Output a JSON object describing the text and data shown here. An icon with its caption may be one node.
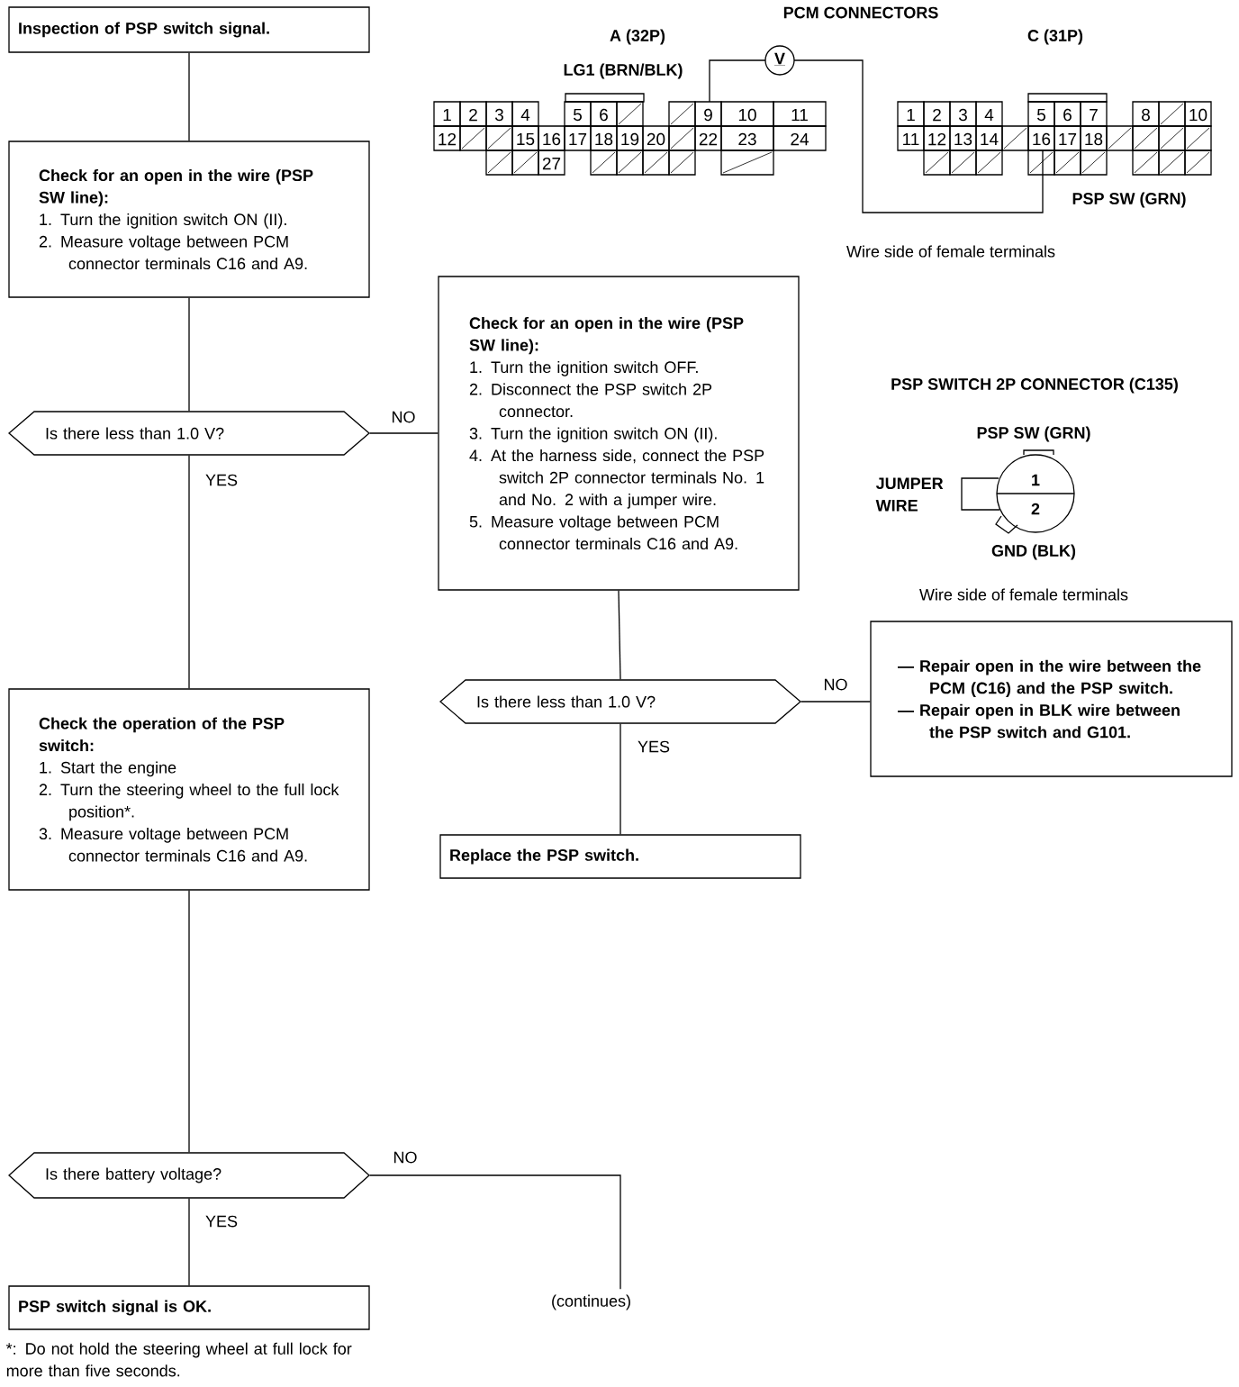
{
  "diagram": {
    "nodes": [
      {
        "text": [
          "Inspection of PSP switch signal."
        ]
      },
      {
        "text": [
          "Check for an open in the wire (PSP SW line):",
          "1. Turn the ignition switch ON (II).",
          "2. Measure voltage between PCM connector terminals C16 and A9."
        ]
      },
      {
        "text": [
          "Is there less than 1.0 V?"
        ]
      },
      {
        "text": [
          "Check for an open in the wire (PSP SW line):",
          "1. Turn the ignition switch OFF.",
          "2. Disconnect the PSP switch 2P connector.",
          "3. Turn the ignition switch ON (II).",
          "4. At the harness side, connect the PSP switch 2P connector terminals No. 1 and No. 2 with a jumper wire.",
          "5. Measure voltage between PCM connector terminals C16 and A9."
        ]
      },
      {
        "text": [
          "Check the operation of the PSP switch:",
          "1. Start the engine",
          "2. Turn the steering wheel to the full lock position*.",
          "3. Measure voltage between PCM connector terminals C16 and A9."
        ]
      },
      {
        "text": [
          "Is there less than 1.0 V?"
        ]
      },
      {
        "text": [
          "— Repair open in the wire between the PCM (C16) and the PSP switch.",
          "— Repair open in BLK wire between the PSP switch and G101."
        ]
      },
      {
        "text": [
          "Replace the PSP switch."
        ]
      },
      {
        "text": [
          "Is there battery voltage?"
        ]
      },
      {
        "text": [
          "PSP switch signal is OK."
        ]
      },
      {
        "text": [
          "(continues)"
        ]
      }
    ],
    "edges": [
      {
        "from": 0,
        "to": 1,
        "arrow": "none"
      },
      {
        "from": 1,
        "to": 2,
        "arrow": "none"
      },
      {
        "from": 2,
        "to": 3,
        "arrow": "none",
        "label": "NO"
      },
      {
        "from": 2,
        "to": 4,
        "arrow": "none",
        "label": "YES"
      },
      {
        "from": 3,
        "to": 5,
        "arrow": "none"
      },
      {
        "from": 5,
        "to": 6,
        "arrow": "none",
        "label": "NO"
      },
      {
        "from": 5,
        "to": 7,
        "arrow": "none",
        "label": "YES"
      },
      {
        "from": 4,
        "to": 8,
        "arrow": "none"
      },
      {
        "from": 8,
        "to": 9,
        "arrow": "none",
        "label": "YES"
      },
      {
        "from": 8,
        "to": 10,
        "arrow": "none",
        "label": "NO"
      }
    ],
    "labels": [
      "PCM CONNECTORS",
      "A (32P)",
      "C (31P)",
      "V",
      "LG1 (BRN/BLK)",
      "1",
      "2",
      "3",
      "4",
      "5",
      "6",
      "9",
      "10",
      "11",
      "12",
      "15",
      "16",
      "17",
      "18",
      "19",
      "20",
      "22",
      "23",
      "24",
      "27",
      "1",
      "2",
      "3",
      "4",
      "5",
      "6",
      "7",
      "8",
      "10",
      "11",
      "12",
      "13",
      "14",
      "16",
      "17",
      "18",
      "PSP SW (GRN)",
      "Wire side of female terminals",
      "PSP SWITCH 2P CONNECTOR (C135)",
      "PSP SW (GRN)",
      "JUMPER WIRE",
      "1",
      "2",
      "GND (BLK)",
      "Wire side of female terminals",
      "*: Do not hold the steering wheel at full lock for more than five seconds."
    ]
  }
}
